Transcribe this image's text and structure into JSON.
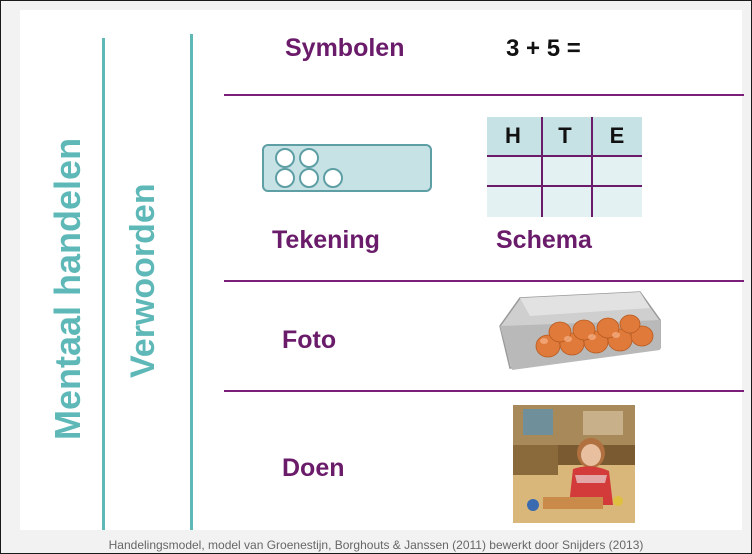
{
  "vertical_labels": {
    "outer": "Mentaal handelen",
    "inner": "Verwoorden"
  },
  "rows": {
    "symbolen": {
      "label": "Symbolen",
      "expression": "3 + 5 ="
    },
    "tekening": {
      "label": "Tekening"
    },
    "schema": {
      "label": "Schema",
      "columns": [
        "H",
        "T",
        "E"
      ]
    },
    "foto": {
      "label": "Foto"
    },
    "doen": {
      "label": "Doen"
    }
  },
  "drawing": {
    "circles_count": 5
  },
  "footer": {
    "caption": "Handelingsmodel, model van Groenestijn, Borghouts & Janssen (2011) bewerkt door Snijders (2013)"
  },
  "colors": {
    "teal": "#5fb8b8",
    "purple": "#6a1b6a",
    "light_teal": "#c6e2e4"
  },
  "icons": [
    "egg-carton-icon",
    "classroom-photo"
  ]
}
